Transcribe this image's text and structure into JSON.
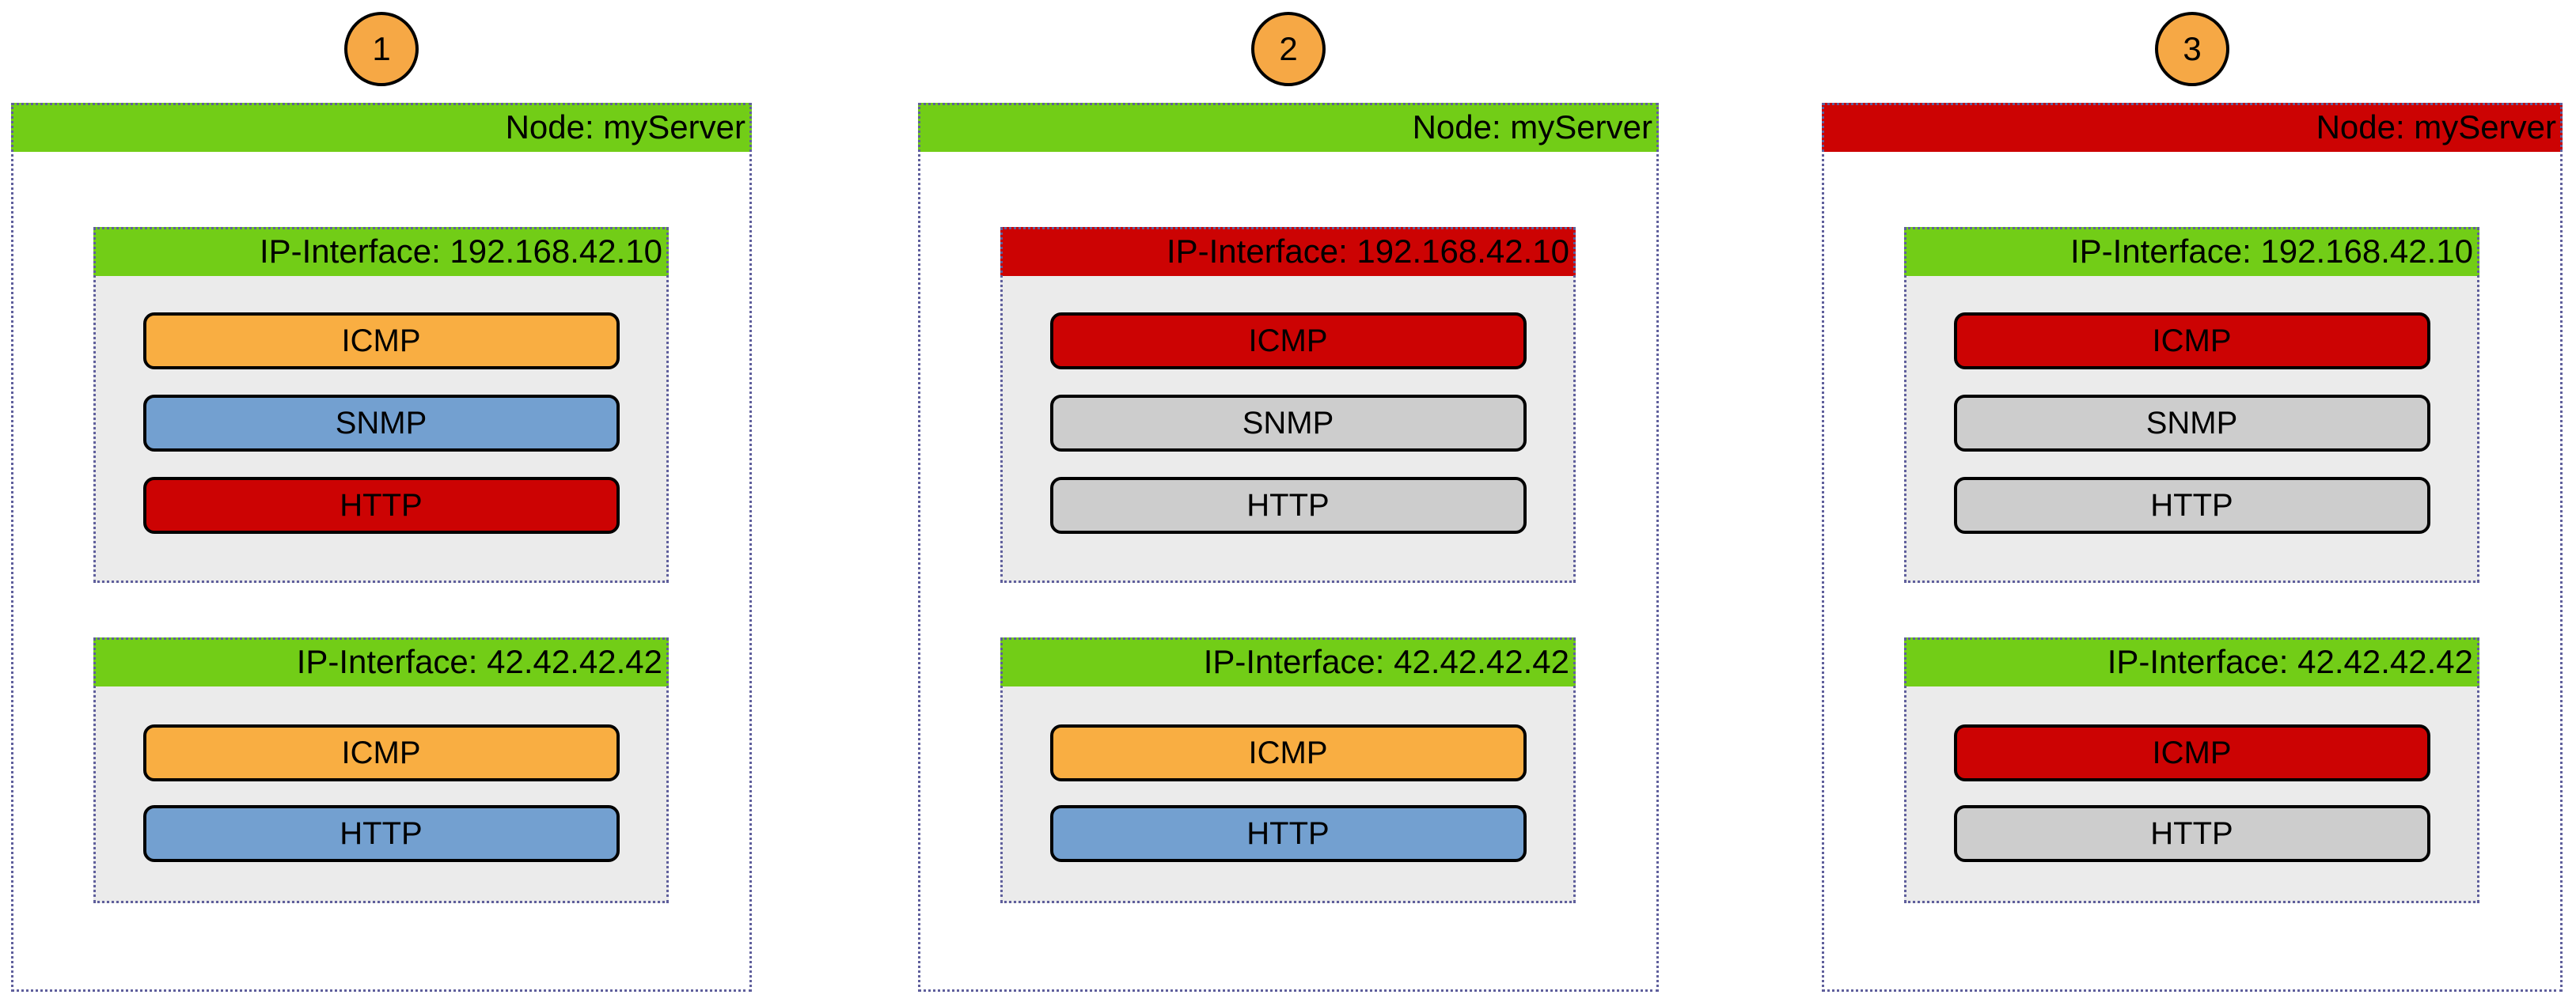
{
  "colors": {
    "green": "#72cd17",
    "red": "#cc0303",
    "orange": "#f9ae42",
    "blue": "#73a0d0",
    "gray": "#cdcdcd",
    "circle": "#f6a845",
    "panel": "#ebebeb",
    "border": "#5f5f9c"
  },
  "diagrams": [
    {
      "number": "1",
      "node": {
        "label": "Node: myServer",
        "status": "green"
      },
      "interfaces": [
        {
          "label": "IP-Interface: 192.168.42.10",
          "status": "green",
          "services": [
            {
              "label": "ICMP",
              "status": "orange"
            },
            {
              "label": "SNMP",
              "status": "blue"
            },
            {
              "label": "HTTP",
              "status": "red"
            }
          ]
        },
        {
          "label": "IP-Interface: 42.42.42.42",
          "status": "green",
          "services": [
            {
              "label": "ICMP",
              "status": "orange"
            },
            {
              "label": "HTTP",
              "status": "blue"
            }
          ]
        }
      ]
    },
    {
      "number": "2",
      "node": {
        "label": "Node: myServer",
        "status": "green"
      },
      "interfaces": [
        {
          "label": "IP-Interface: 192.168.42.10",
          "status": "red",
          "services": [
            {
              "label": "ICMP",
              "status": "red"
            },
            {
              "label": "SNMP",
              "status": "gray"
            },
            {
              "label": "HTTP",
              "status": "gray"
            }
          ]
        },
        {
          "label": "IP-Interface: 42.42.42.42",
          "status": "green",
          "services": [
            {
              "label": "ICMP",
              "status": "orange"
            },
            {
              "label": "HTTP",
              "status": "blue"
            }
          ]
        }
      ]
    },
    {
      "number": "3",
      "node": {
        "label": "Node: myServer",
        "status": "red"
      },
      "interfaces": [
        {
          "label": "IP-Interface: 192.168.42.10",
          "status": "green",
          "services": [
            {
              "label": "ICMP",
              "status": "red"
            },
            {
              "label": "SNMP",
              "status": "gray"
            },
            {
              "label": "HTTP",
              "status": "gray"
            }
          ]
        },
        {
          "label": "IP-Interface: 42.42.42.42",
          "status": "green",
          "services": [
            {
              "label": "ICMP",
              "status": "red"
            },
            {
              "label": "HTTP",
              "status": "gray"
            }
          ]
        }
      ]
    }
  ]
}
